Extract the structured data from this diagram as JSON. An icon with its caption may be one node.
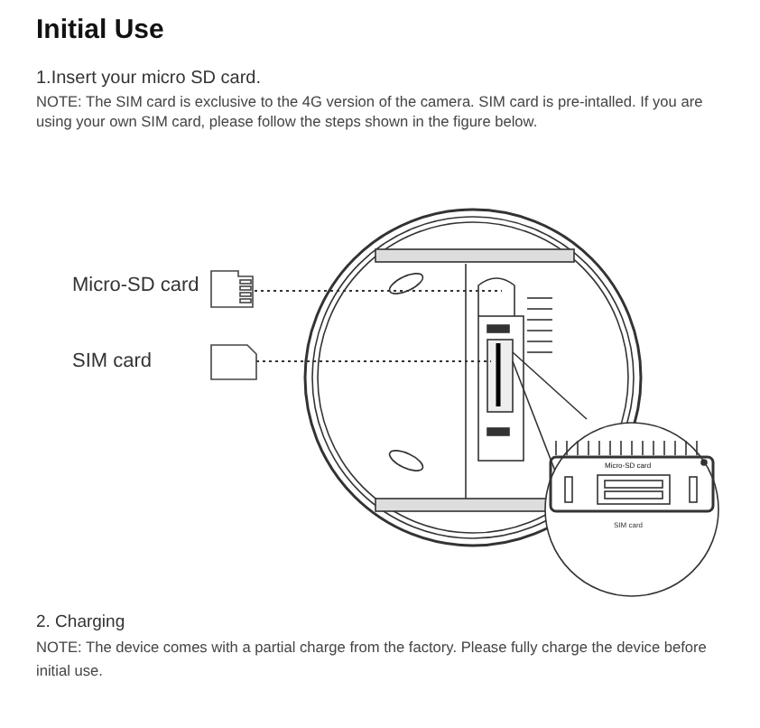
{
  "diagram": {
    "title": "Initial Use",
    "nodes": [
      {
        "text": [
          "Micro-SD card"
        ]
      },
      {
        "text": [],
        "shape": "picture"
      },
      {
        "text": [
          "SIM card"
        ]
      },
      {
        "text": [],
        "shape": "picture"
      },
      {
        "text": [],
        "shape": "picture"
      }
    ],
    "edges": [
      {
        "from": 1,
        "to": 4,
        "arrow": "none",
        "style": "dashed"
      },
      {
        "from": 3,
        "to": 4,
        "arrow": "none",
        "style": "dashed"
      }
    ],
    "labels": [
      "1.Insert your micro SD card.",
      "NOTE: The SIM card is exclusive to the 4G version of the camera. SIM card is pre-intalled. If you are using your own SIM card, please follow the steps shown in the figure below.",
      "Micro-SD card",
      "SIM card",
      "2. Charging",
      "NOTE: The device comes with a partial charge from the factory. Please fully charge the device before initial use."
    ]
  }
}
